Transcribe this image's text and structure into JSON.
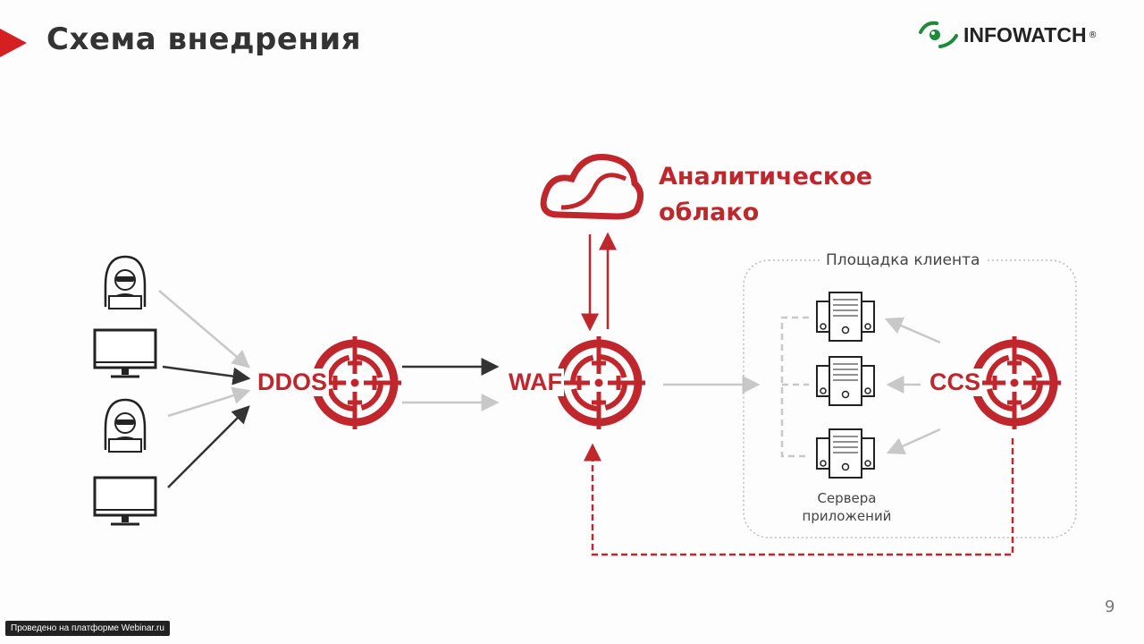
{
  "slide": {
    "title": "Схема внедрения",
    "page_number": "9"
  },
  "logo": {
    "text": "INFOWATCH",
    "reg": "®"
  },
  "cloud": {
    "label_line1": "Аналитическое",
    "label_line2": "облако"
  },
  "nodes": {
    "ddos": "DDOS",
    "waf": "WAF",
    "ccs": "CCS"
  },
  "client_zone": {
    "label": "Площадка клиента",
    "servers_line1": "Сервера",
    "servers_line2": "приложений"
  },
  "footer": {
    "badge": "Проведено на платформе Webinar.ru"
  },
  "colors": {
    "accent": "#c0272d",
    "arrow_dark": "#333333",
    "arrow_light": "#c8c8c8",
    "logo_green": "#1e8a3a"
  }
}
